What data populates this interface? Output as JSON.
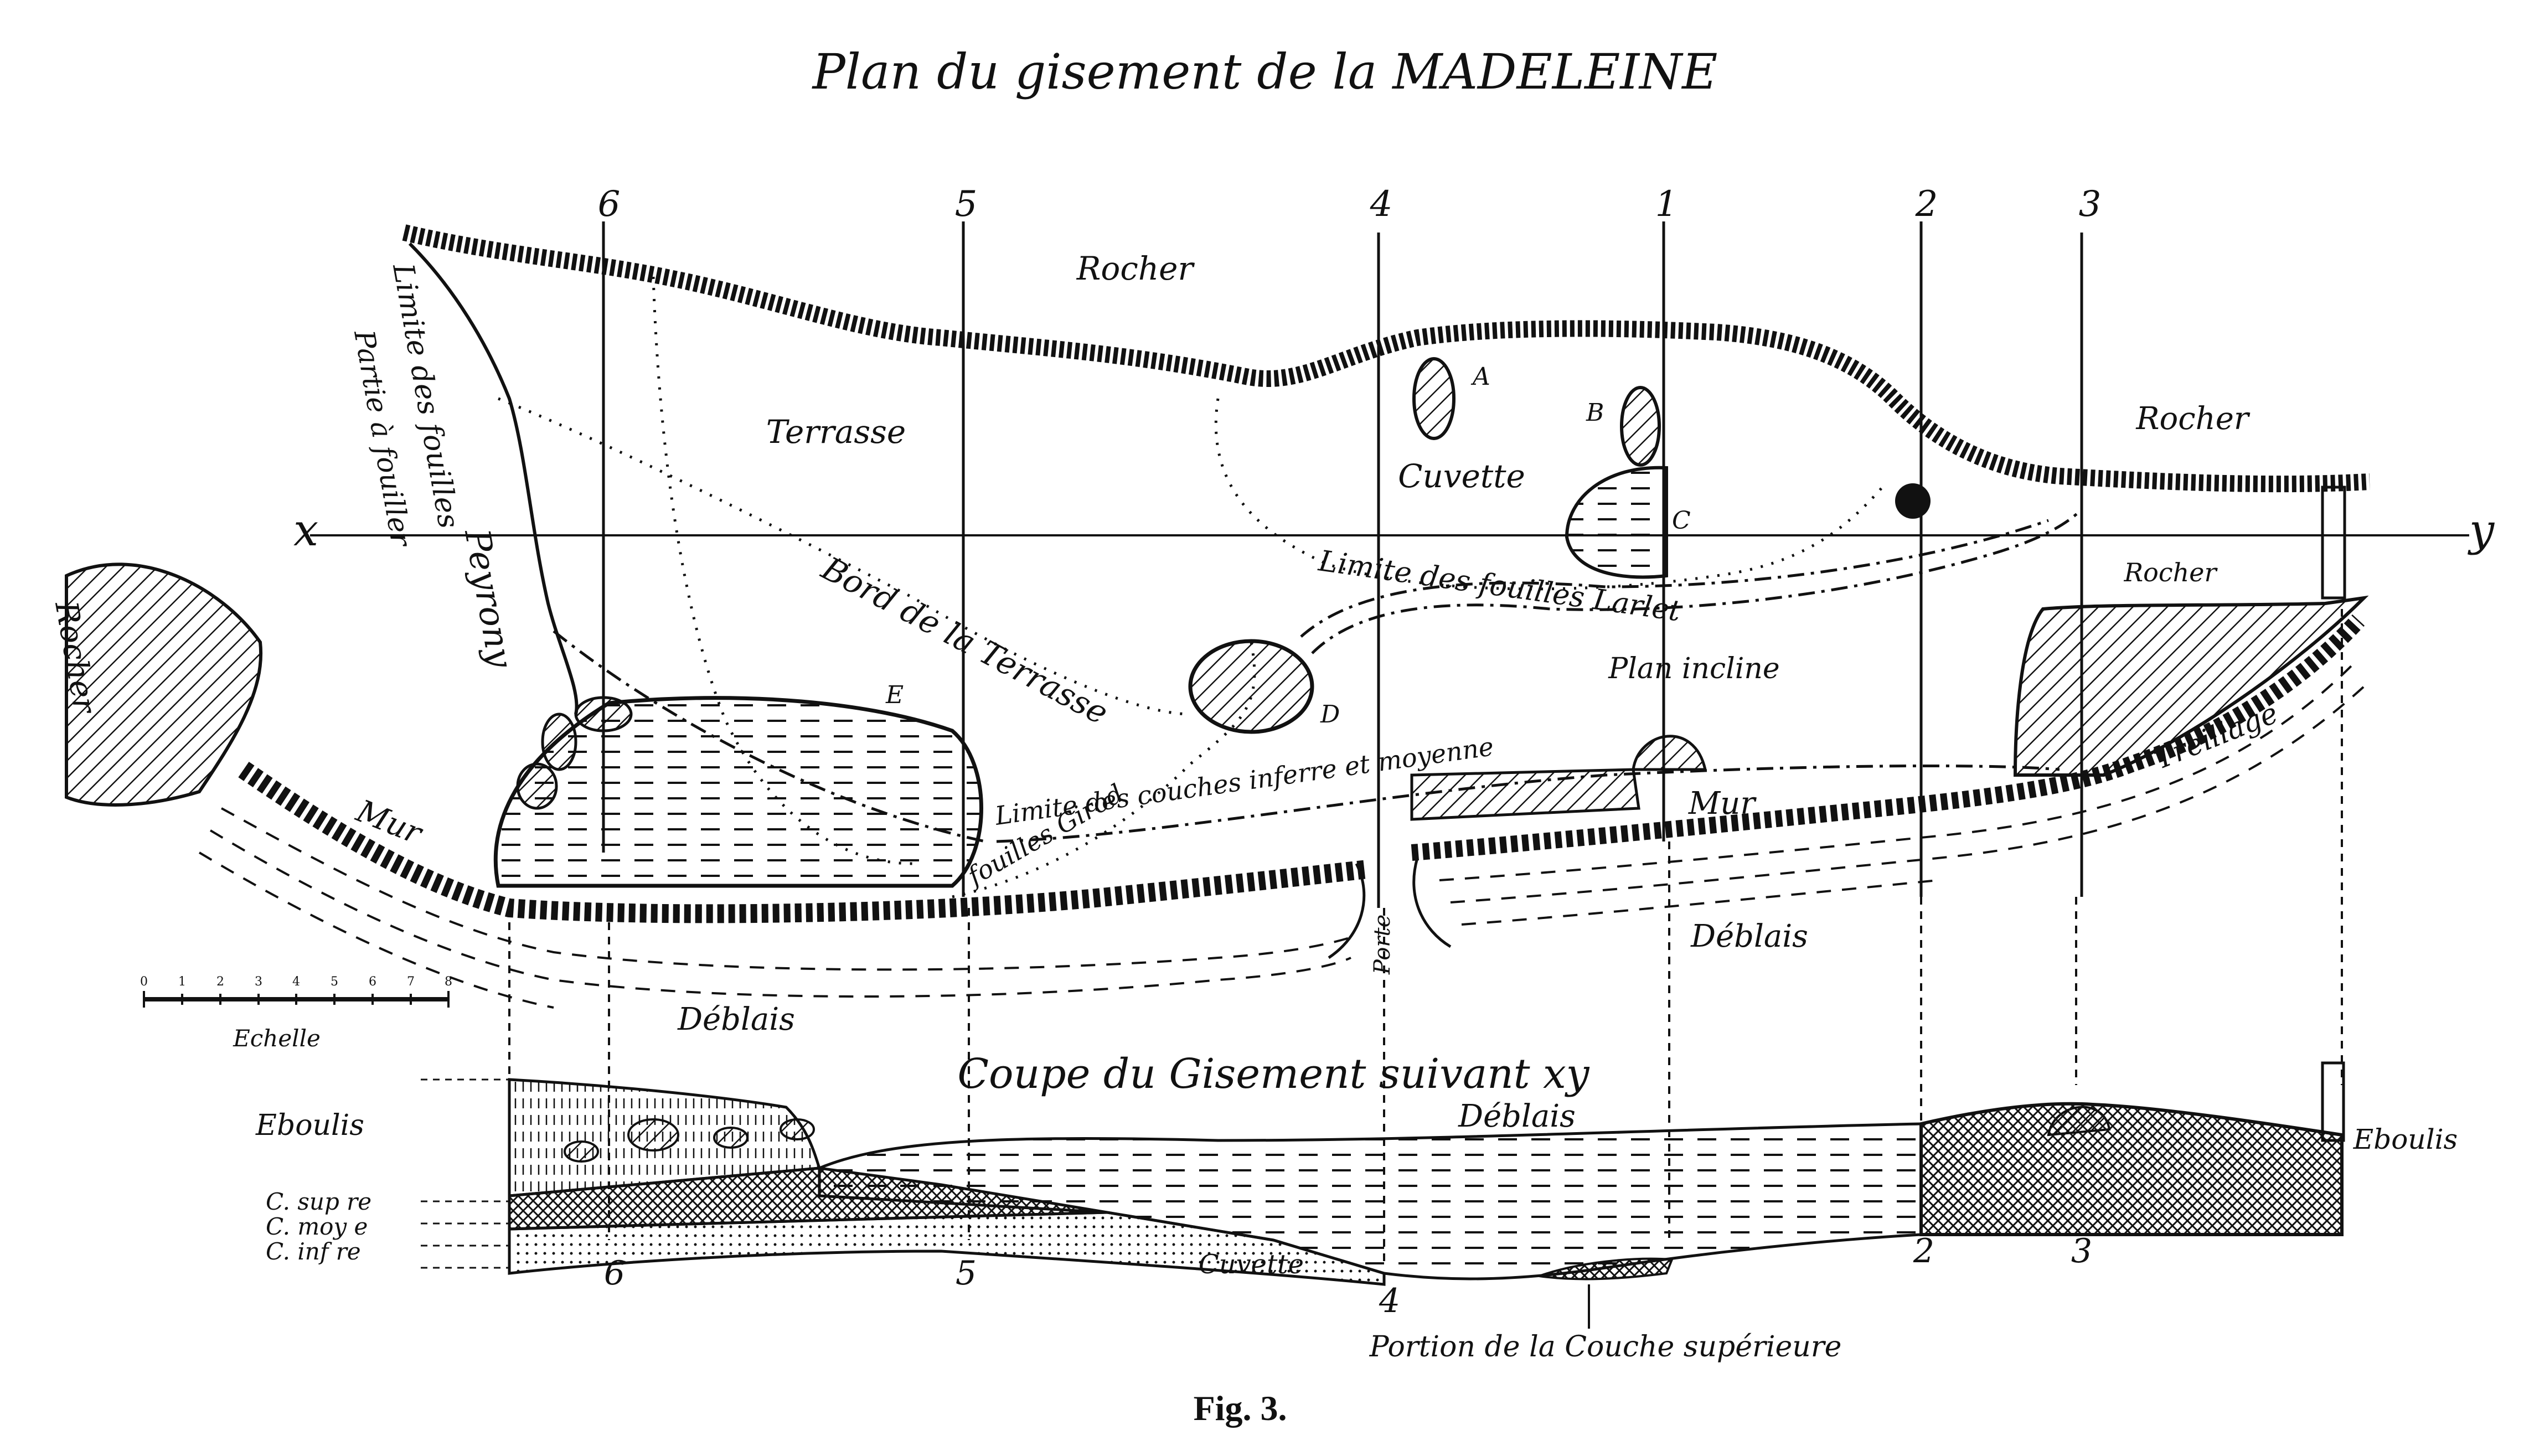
{
  "title": "Plan du gisement de la MADELEINE",
  "caption": "Fig.  3.",
  "section_numbers": [
    "6",
    "5",
    "4",
    "1",
    "2",
    "3"
  ],
  "section_numbers_bottom": [
    "6",
    "5",
    "4",
    "2",
    "3"
  ],
  "axis": {
    "x_label": "x",
    "y_label": "y"
  },
  "labels": {
    "rocher_top": "Rocher",
    "rocher_right": "Rocher",
    "rocher_left": "Rocher",
    "rocher_right_low": "Rocher",
    "terrasse": "Terrasse",
    "cuvette": "Cuvette",
    "limite_des_fouilles_peyrony": "Limite des fouilles",
    "partie_a_fouiller": "Partie à fouiller",
    "peyrony": "Peyrony",
    "limite_des_fouilles_larlet": "Limite des fouilles Larlet",
    "bord_de_la_terrasse": "Bord de la Terrasse",
    "plan_incline": "Plan incline",
    "limite_couches": "Limite des couches inferre et moyenne",
    "fouilles_girod": "fouilles Girod",
    "mur_left": "Mur",
    "mur_right": "Mur",
    "porte": "Porte",
    "deblais_plan": "Déblais",
    "deblais_left": "Déblais",
    "deblais_coupe": "Déblais",
    "treillage": "Treillage",
    "echelle": "Echelle",
    "coupe_title": "Coupe du Gisement suivant xy",
    "eboulis_left": "Eboulis",
    "eboulis_right": "Eboulis",
    "c_sup": "C. sup re",
    "c_moy": "C. moy e",
    "c_inf": "C. inf re",
    "cuvette_coupe": "Cuvette",
    "portion": "Portion de la Couche supérieure"
  },
  "markers": [
    "A",
    "B",
    "C",
    "D",
    "E"
  ],
  "scale_ticks": [
    "0",
    "1",
    "2",
    "3",
    "4",
    "5",
    "6",
    "7",
    "8"
  ],
  "colors": {
    "ink": "#111111",
    "paper": "#ffffff"
  }
}
